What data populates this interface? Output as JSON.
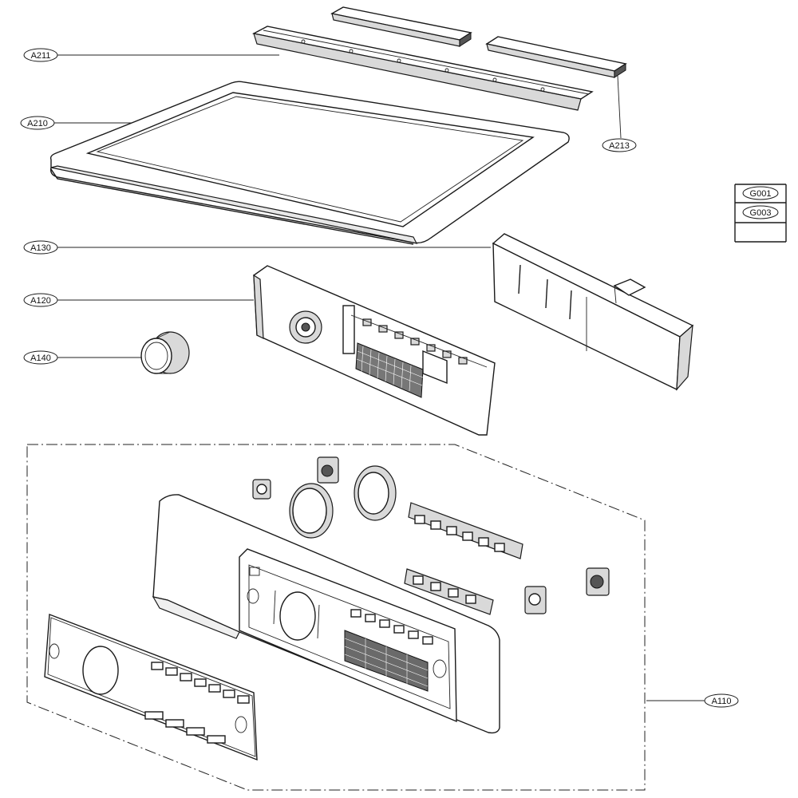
{
  "callouts": {
    "a211": "A211",
    "a210": "A210",
    "a213": "A213",
    "a130": "A130",
    "a120": "A120",
    "a140": "A140",
    "a110": "A110"
  },
  "side_table": {
    "row1": "G001",
    "row2": "G003"
  }
}
